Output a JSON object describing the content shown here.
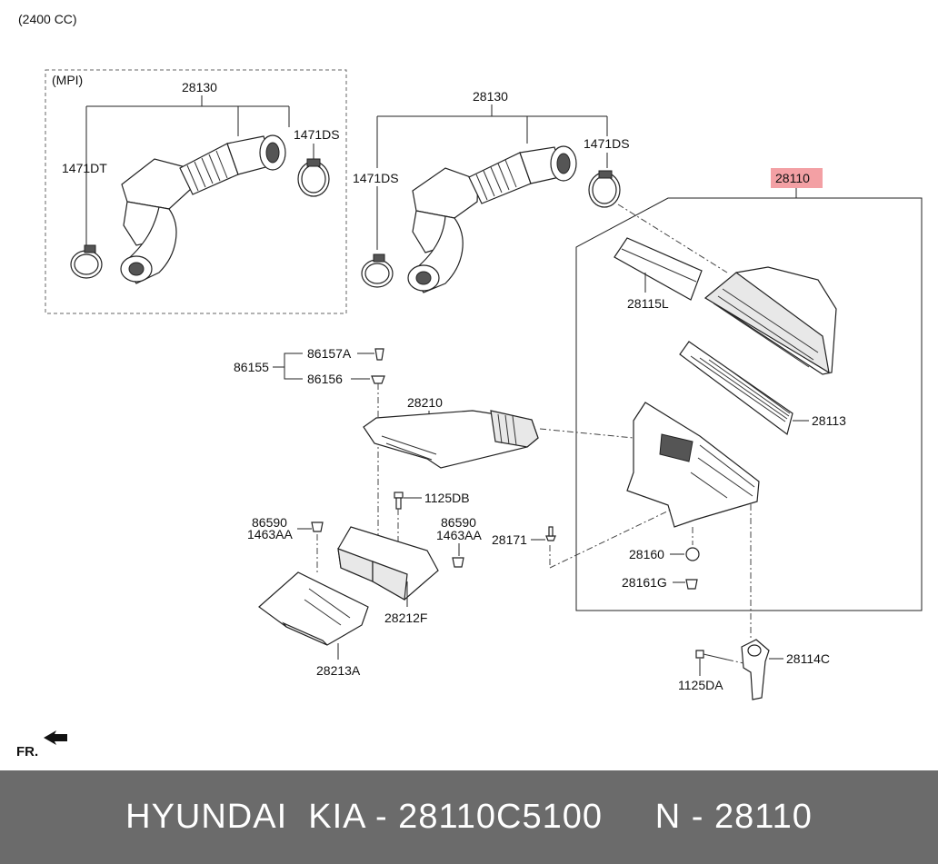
{
  "header": {
    "engine_label": "(2400 CC)"
  },
  "mpi_box": {
    "label": "(MPI)"
  },
  "parts": {
    "p28130_left": "28130",
    "p1471DT": "1471DT",
    "p1471DS_left": "1471DS",
    "p28130_right": "28130",
    "p1471DS_right_a": "1471DS",
    "p1471DS_right_b": "1471DS",
    "p28110": "28110",
    "p28115L": "28115L",
    "p28113": "28113",
    "p86155": "86155",
    "p86157A": "86157A",
    "p86156": "86156",
    "p28210": "28210",
    "p1125DB": "1125DB",
    "p86590_left": "86590",
    "p1463AA_left": "1463AA",
    "p86590_right": "86590",
    "p1463AA_right": "1463AA",
    "p28171": "28171",
    "p28160": "28160",
    "p28161G": "28161G",
    "p28212F": "28212F",
    "p28213A": "28213A",
    "p28114C": "28114C",
    "p1125DA": "1125DA"
  },
  "direction": {
    "label": "FR."
  },
  "highlight_color": "#f3a0a4",
  "footer": {
    "text": "HYUNDAI  KIA - 28110C5100     N - 28110"
  }
}
